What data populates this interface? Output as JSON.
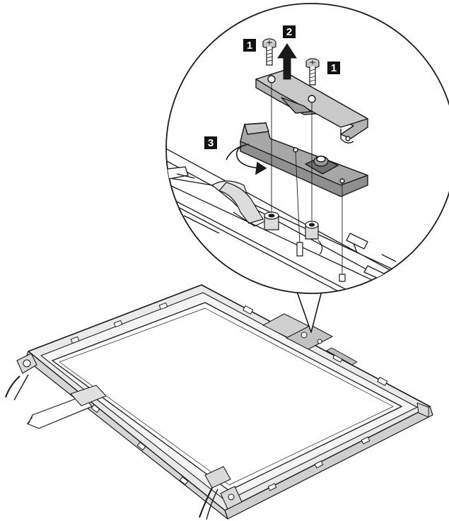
{
  "callouts": [
    {
      "id": "screw-left",
      "label": "1"
    },
    {
      "id": "lift",
      "label": "2"
    },
    {
      "id": "screw-right",
      "label": "1"
    },
    {
      "id": "rotate",
      "label": "3"
    }
  ],
  "colors": {
    "line": "#1a1a1a",
    "bracket_fill": "#b3b3b3",
    "board_fill": "#8f8f8f",
    "frame_fill": "#e6e6e6",
    "panel_fill": "#ffffff",
    "callout_bg": "#111111"
  },
  "icons": [
    "screw-icon",
    "up-arrow-icon",
    "rotate-arrow-icon"
  ]
}
